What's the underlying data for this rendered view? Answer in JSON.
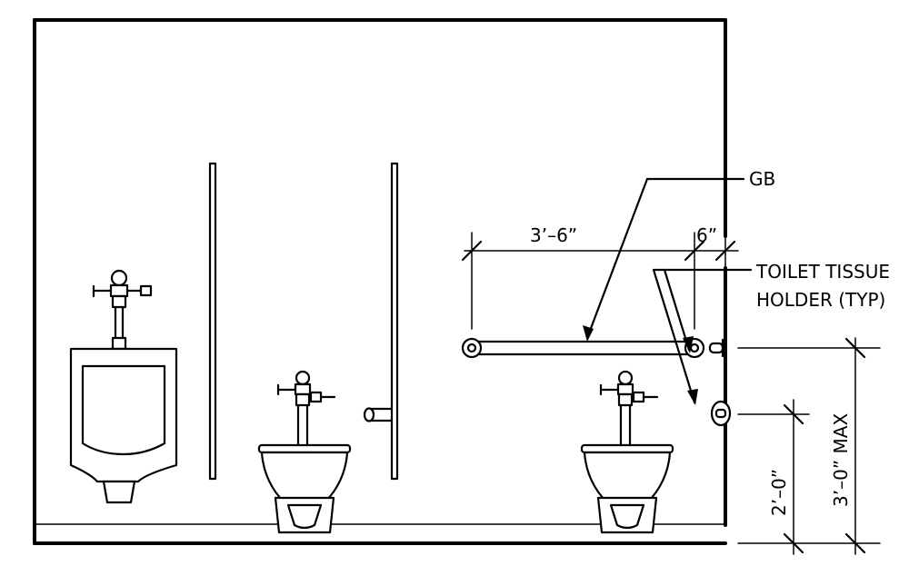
{
  "labels": {
    "gb": "GB",
    "grab_bar_length": "3’–6”",
    "grab_bar_offset": "6”",
    "tissue_line1": "TOILET TISSUE",
    "tissue_line2": "HOLDER (TYP)",
    "tissue_height": "2’–0”",
    "grab_bar_height": "3’–0” MAX"
  }
}
